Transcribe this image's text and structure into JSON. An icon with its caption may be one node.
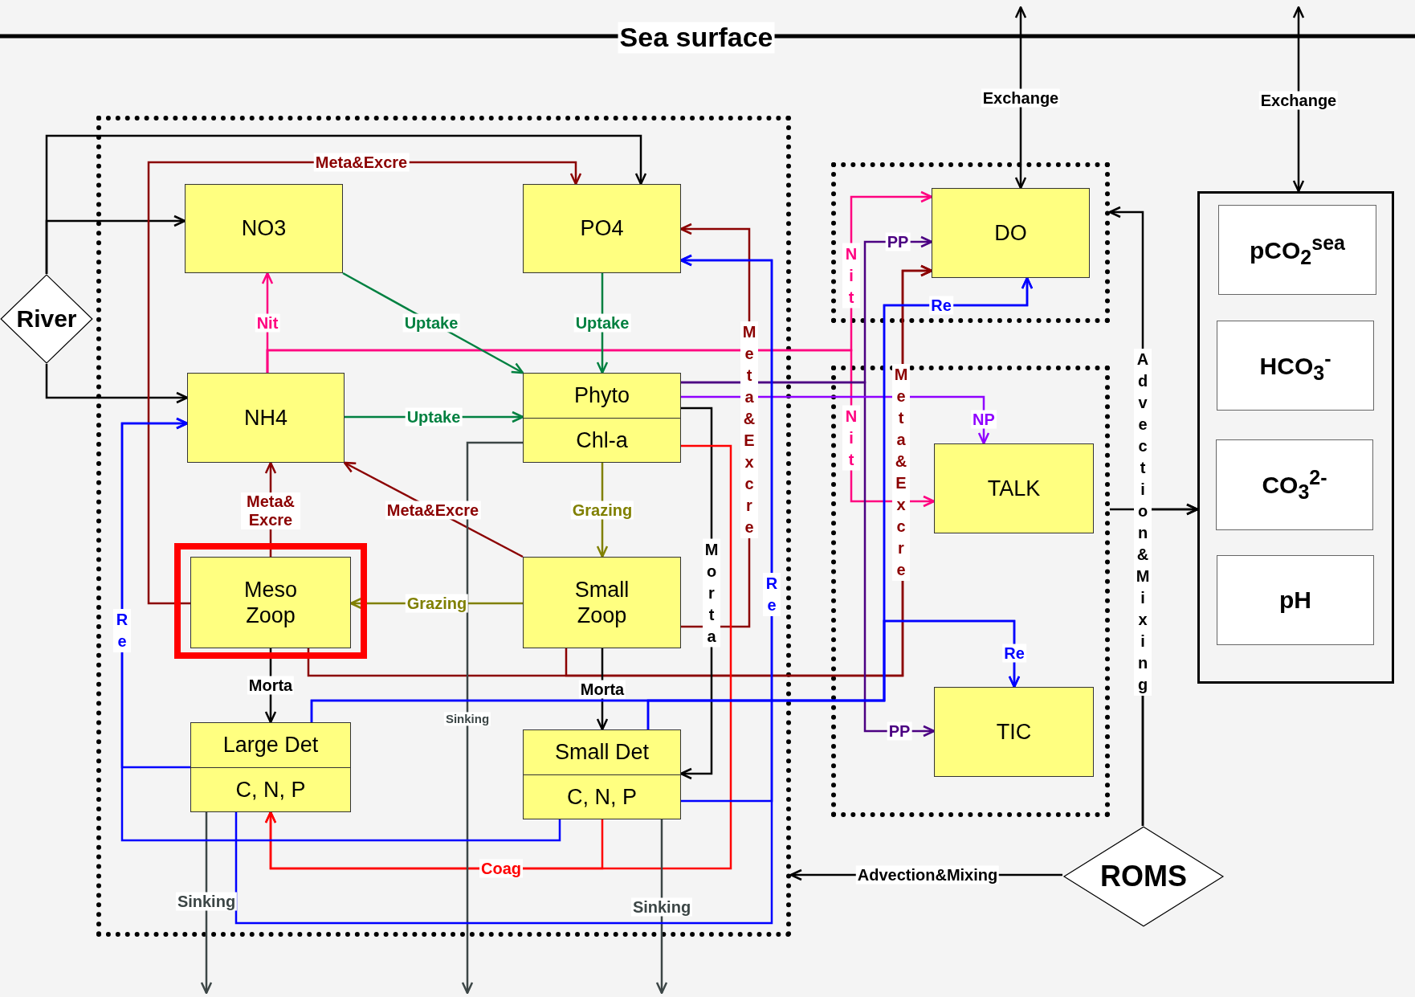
{
  "diagram": {
    "nodes": [
      {
        "text": [],
        "shape": "box"
      },
      {
        "text": [
          "NO3"
        ],
        "in": 0
      },
      {
        "text": [
          "PO4"
        ],
        "in": 0
      },
      {
        "text": [
          "NH4"
        ],
        "in": 0
      },
      {
        "text": [
          "Phyto",
          "Chl-a"
        ],
        "in": 0
      },
      {
        "text": [
          "Meso Zoop"
        ],
        "in": 0
      },
      {
        "text": [
          "Small Zoop"
        ],
        "in": 0
      },
      {
        "text": [
          "Large Det",
          "C, N, P"
        ],
        "in": 0
      },
      {
        "text": [
          "Small Det",
          "C, N, P"
        ],
        "in": 0
      },
      {
        "text": [
          "River"
        ]
      },
      {
        "text": [],
        "shape": "box"
      },
      {
        "text": [
          "DO"
        ],
        "in": 10
      },
      {
        "text": [],
        "shape": "box"
      },
      {
        "text": [
          "TALK"
        ],
        "in": 12
      },
      {
        "text": [
          "TIC"
        ],
        "in": 12
      },
      {
        "text": [],
        "shape": "box"
      },
      {
        "text": [
          "pCO$_{2}$$^{sea}$"
        ],
        "in": 15
      },
      {
        "text": [
          "HCO$_{3}$$^{-}$"
        ],
        "in": 15
      },
      {
        "text": [
          "CO$_{3}$$^{2-}$"
        ],
        "in": 15
      },
      {
        "text": [
          "pH"
        ],
        "in": 15
      },
      {
        "text": [
          "ROMS"
        ]
      }
    ],
    "edges": [
      {
        "from": 9,
        "to": 2,
        "arrow": "to"
      },
      {
        "from": 9,
        "to": 1,
        "arrow": "to"
      },
      {
        "from": 9,
        "to": 3,
        "arrow": "to"
      },
      {
        "from": 5,
        "to": 2,
        "arrow": "to",
        "label": "Meta&Excre",
        "color": "#8b0000"
      },
      {
        "from": 3,
        "to": 1,
        "arrow": "to",
        "label": "Nit",
        "color": "#ff0080"
      },
      {
        "from": 3,
        "to": 11,
        "arrow": "to",
        "label": "Nit",
        "color": "#ff0080"
      },
      {
        "from": 3,
        "to": 13,
        "arrow": "to",
        "label": "Nit",
        "color": "#ff0080"
      },
      {
        "from": 1,
        "to": 4,
        "arrow": "to",
        "label": "Uptake",
        "color": "#008040"
      },
      {
        "from": 2,
        "to": 4,
        "arrow": "to",
        "label": "Uptake",
        "color": "#008040"
      },
      {
        "from": 3,
        "to": 4,
        "arrow": "to",
        "label": "Uptake",
        "color": "#008040"
      },
      {
        "from": 4,
        "to": 6,
        "arrow": "to",
        "label": "Grazing",
        "color": "#808000"
      },
      {
        "from": 6,
        "to": 5,
        "arrow": "to",
        "label": "Grazing",
        "color": "#808000"
      },
      {
        "from": 5,
        "to": 3,
        "arrow": "to",
        "label": "Meta& Excre",
        "color": "#8b0000"
      },
      {
        "from": 6,
        "to": 3,
        "arrow": "to",
        "label": "Meta&Excre",
        "color": "#8b0000"
      },
      {
        "from": 6,
        "to": 2,
        "arrow": "to",
        "label": "Meta&Excre",
        "color": "#8b0000"
      },
      {
        "from": 5,
        "to": 11,
        "arrow": "to",
        "label": "Meta&Excre",
        "color": "#8b0000"
      },
      {
        "from": 6,
        "to": 11,
        "arrow": "to",
        "color": "#8b0000"
      },
      {
        "from": 4,
        "to": 11,
        "arrow": "to",
        "label": "PP",
        "color": "#4b0082"
      },
      {
        "from": 4,
        "to": 14,
        "arrow": "to",
        "label": "PP",
        "color": "#4b0082"
      },
      {
        "from": 4,
        "to": 13,
        "arrow": "to",
        "label": "NP",
        "color": "#8f00ff"
      },
      {
        "from": 4,
        "to": 8,
        "arrow": "to",
        "label": "Morta"
      },
      {
        "from": 4,
        "to": 7,
        "arrow": "to",
        "label": "Coag",
        "color": "#ff0000"
      },
      {
        "from": 8,
        "to": 7,
        "arrow": "to",
        "color": "#ff0000"
      },
      {
        "from": 4,
        "to": null,
        "arrow": "to",
        "label": "Sinking",
        "color": "#3c4646"
      },
      {
        "from": 7,
        "to": null,
        "arrow": "to",
        "label": "Sinking",
        "color": "#3c4646"
      },
      {
        "from": 8,
        "to": null,
        "arrow": "to",
        "label": "Sinking",
        "color": "#3c4646"
      },
      {
        "from": 5,
        "to": 7,
        "arrow": "to",
        "label": "Morta"
      },
      {
        "from": 6,
        "to": 8,
        "arrow": "to",
        "label": "Morta"
      },
      {
        "from": 7,
        "to": 3,
        "arrow": "to",
        "label": "Re",
        "color": "#0000ff"
      },
      {
        "from": 8,
        "to": 3,
        "arrow": "to",
        "color": "#0000ff"
      },
      {
        "from": 8,
        "to": 2,
        "arrow": "to",
        "label": "Re",
        "color": "#0000ff"
      },
      {
        "from": 7,
        "to": 2,
        "arrow": "to",
        "color": "#0000ff"
      },
      {
        "from": 7,
        "to": 11,
        "arrow": "to",
        "label": "Re",
        "color": "#0000ff"
      },
      {
        "from": 8,
        "to": 11,
        "arrow": "to",
        "color": "#0000ff"
      },
      {
        "from": 7,
        "to": 14,
        "arrow": "to",
        "label": "Re",
        "color": "#0000ff"
      },
      {
        "from": 8,
        "to": 14,
        "arrow": "to",
        "color": "#0000ff"
      },
      {
        "from": 20,
        "to": 0,
        "arrow": "to",
        "label": "Advection&Mixing"
      },
      {
        "from": 20,
        "to": 10,
        "arrow": "to",
        "label": "Advection&Mixing"
      },
      {
        "from": 20,
        "to": 15,
        "arrow": "to"
      },
      {
        "from": 12,
        "to": 15,
        "arrow": "to"
      },
      {
        "from": 11,
        "to": null,
        "arrow": "both",
        "label": "Exchange"
      },
      {
        "from": 15,
        "to": null,
        "arrow": "both",
        "label": "Exchange"
      }
    ],
    "labels": [
      "Sea surface"
    ]
  }
}
